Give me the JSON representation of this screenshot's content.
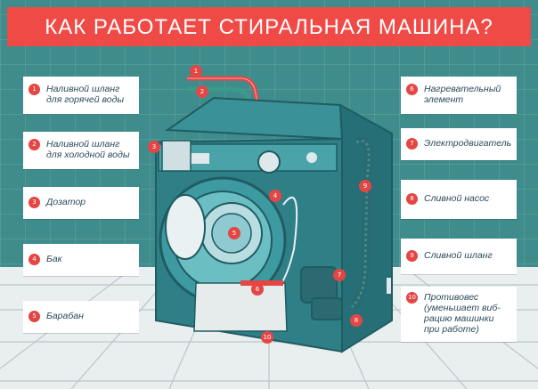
{
  "title": "КАК РАБОТАЕТ СТИРАЛЬНАЯ МАШИНА?",
  "colors": {
    "banner": "#ef4a46",
    "background": "#3f8c8c",
    "machine": "#2f7f86",
    "marker": "#e44644",
    "card_text": "#2a4a5a"
  },
  "left_labels": [
    {
      "num": "1",
      "text": [
        "Наливной шланг",
        "для горячей воды"
      ]
    },
    {
      "num": "2",
      "text": [
        "Наливной шланг",
        "для холодной воды"
      ]
    },
    {
      "num": "3",
      "text": [
        "Дозатор"
      ]
    },
    {
      "num": "4",
      "text": [
        "Бак"
      ]
    },
    {
      "num": "5",
      "text": [
        "Барабан"
      ]
    }
  ],
  "right_labels": [
    {
      "num": "6",
      "text": [
        "Нагревательный",
        "элемент"
      ]
    },
    {
      "num": "7",
      "text": [
        "Электродвигатель"
      ]
    },
    {
      "num": "8",
      "text": [
        "Сливной насос"
      ]
    },
    {
      "num": "9",
      "text": [
        "Сливной шланг"
      ]
    },
    {
      "num": "10",
      "text": [
        "Противовес",
        "(уменьшает виб-",
        "рацию машинки",
        "при работе)"
      ]
    }
  ],
  "markers": [
    "1",
    "2",
    "3",
    "4",
    "5",
    "6",
    "7",
    "8",
    "9",
    "10"
  ]
}
